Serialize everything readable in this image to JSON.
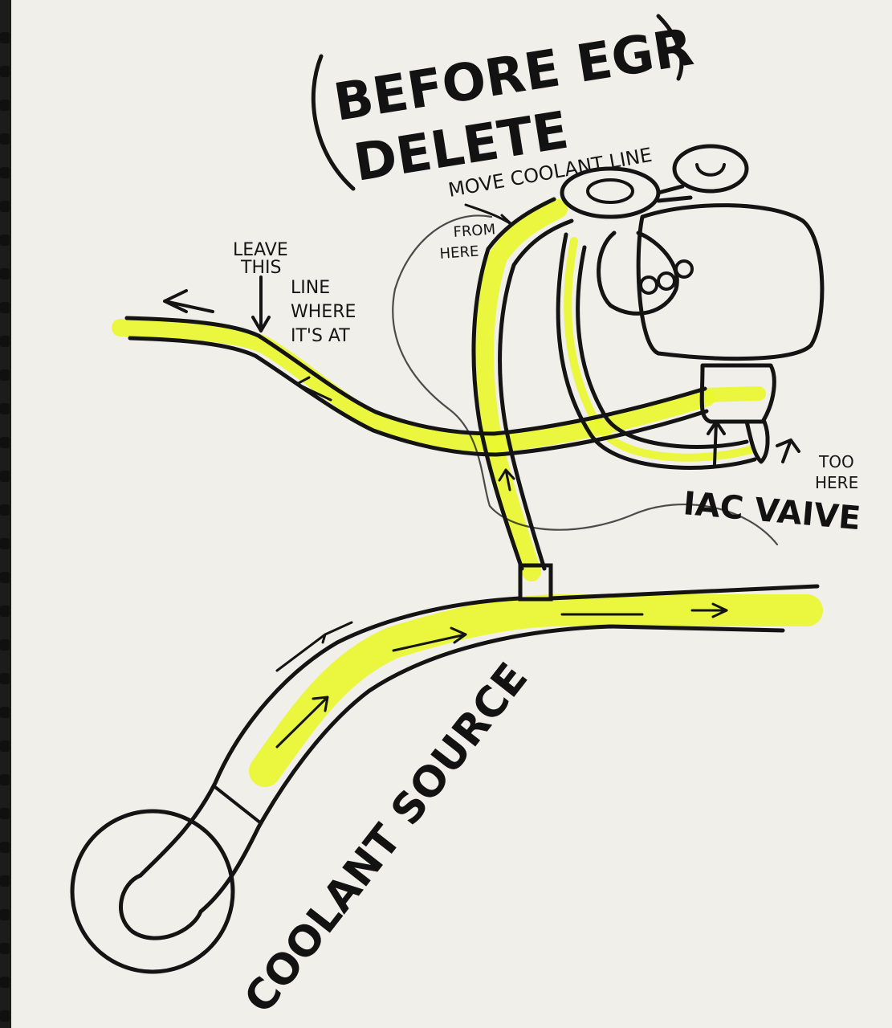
{
  "title": {
    "line1": "BEFORE EGR",
    "line2": "DELETE"
  },
  "labels": {
    "move_line": "MOVE COOLANT LINE",
    "from_line1": "FROM",
    "from_line2": "HERE",
    "leave_line1": "LEAVE",
    "leave_line2": "THIS",
    "leave_line3": "LINE",
    "leave_line4": "WHERE",
    "leave_line5": "IT'S AT",
    "too_line1": "TOO",
    "too_line2": "HERE",
    "iac_valve": "IAC VAIVE",
    "coolant_source": "COOLANT SOURCE"
  },
  "colors": {
    "paper": "#f1efea",
    "ink": "#141414",
    "highlighter": "#e9f72f",
    "background": "#1c1c1c"
  }
}
